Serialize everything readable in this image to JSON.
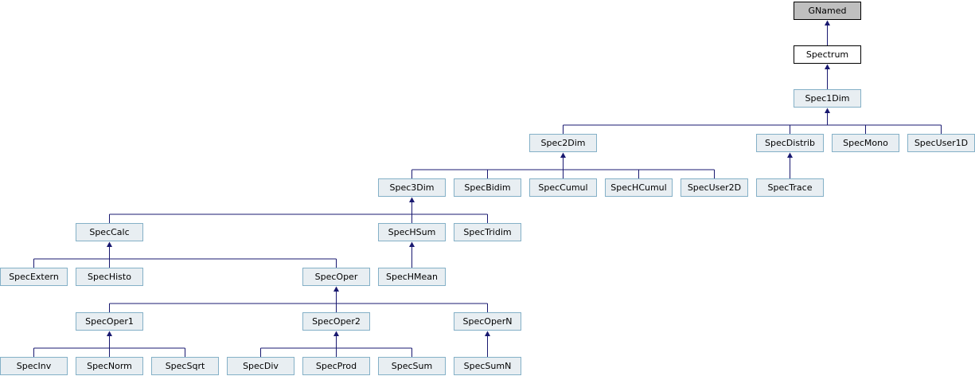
{
  "colors": {
    "edge": "#191970",
    "node_fill": "#e8eef2",
    "node_border": "#84b0c7",
    "current_fill": "#ffffff",
    "root_fill": "#bfbfbf"
  },
  "nodes": [
    {
      "id": "GNamed",
      "label": "GNamed",
      "kind": "root"
    },
    {
      "id": "Spectrum",
      "label": "Spectrum",
      "kind": "current"
    },
    {
      "id": "Spec1Dim",
      "label": "Spec1Dim",
      "kind": "class"
    },
    {
      "id": "Spec2Dim",
      "label": "Spec2Dim",
      "kind": "class"
    },
    {
      "id": "SpecDistrib",
      "label": "SpecDistrib",
      "kind": "class"
    },
    {
      "id": "SpecMono",
      "label": "SpecMono",
      "kind": "class"
    },
    {
      "id": "SpecUser1D",
      "label": "SpecUser1D",
      "kind": "class"
    },
    {
      "id": "Spec3Dim",
      "label": "Spec3Dim",
      "kind": "class"
    },
    {
      "id": "SpecBidim",
      "label": "SpecBidim",
      "kind": "class"
    },
    {
      "id": "SpecCumul",
      "label": "SpecCumul",
      "kind": "class"
    },
    {
      "id": "SpecHCumul",
      "label": "SpecHCumul",
      "kind": "class"
    },
    {
      "id": "SpecUser2D",
      "label": "SpecUser2D",
      "kind": "class"
    },
    {
      "id": "SpecTrace",
      "label": "SpecTrace",
      "kind": "class"
    },
    {
      "id": "SpecCalc",
      "label": "SpecCalc",
      "kind": "class"
    },
    {
      "id": "SpecHSum",
      "label": "SpecHSum",
      "kind": "class"
    },
    {
      "id": "SpecTridim",
      "label": "SpecTridim",
      "kind": "class"
    },
    {
      "id": "SpecExtern",
      "label": "SpecExtern",
      "kind": "class"
    },
    {
      "id": "SpecHisto",
      "label": "SpecHisto",
      "kind": "class"
    },
    {
      "id": "SpecOper",
      "label": "SpecOper",
      "kind": "class"
    },
    {
      "id": "SpecHMean",
      "label": "SpecHMean",
      "kind": "class"
    },
    {
      "id": "SpecOper1",
      "label": "SpecOper1",
      "kind": "class"
    },
    {
      "id": "SpecOper2",
      "label": "SpecOper2",
      "kind": "class"
    },
    {
      "id": "SpecOperN",
      "label": "SpecOperN",
      "kind": "class"
    },
    {
      "id": "SpecInv",
      "label": "SpecInv",
      "kind": "class"
    },
    {
      "id": "SpecNorm",
      "label": "SpecNorm",
      "kind": "class"
    },
    {
      "id": "SpecSqrt",
      "label": "SpecSqrt",
      "kind": "class"
    },
    {
      "id": "SpecDiv",
      "label": "SpecDiv",
      "kind": "class"
    },
    {
      "id": "SpecProd",
      "label": "SpecProd",
      "kind": "class"
    },
    {
      "id": "SpecSum",
      "label": "SpecSum",
      "kind": "class"
    },
    {
      "id": "SpecSumN",
      "label": "SpecSumN",
      "kind": "class"
    }
  ],
  "edges": [
    {
      "parent": "GNamed",
      "children": [
        "Spectrum"
      ]
    },
    {
      "parent": "Spectrum",
      "children": [
        "Spec1Dim"
      ]
    },
    {
      "parent": "Spec1Dim",
      "children": [
        "Spec2Dim",
        "SpecDistrib",
        "SpecMono",
        "SpecUser1D"
      ]
    },
    {
      "parent": "Spec2Dim",
      "children": [
        "Spec3Dim",
        "SpecBidim",
        "SpecCumul",
        "SpecHCumul",
        "SpecUser2D"
      ]
    },
    {
      "parent": "SpecDistrib",
      "children": [
        "SpecTrace"
      ]
    },
    {
      "parent": "Spec3Dim",
      "children": [
        "SpecCalc",
        "SpecHSum",
        "SpecTridim"
      ]
    },
    {
      "parent": "SpecCalc",
      "children": [
        "SpecExtern",
        "SpecHisto",
        "SpecOper"
      ]
    },
    {
      "parent": "SpecHSum",
      "children": [
        "SpecHMean"
      ]
    },
    {
      "parent": "SpecOper",
      "children": [
        "SpecOper1",
        "SpecOper2",
        "SpecOperN"
      ]
    },
    {
      "parent": "SpecOper1",
      "children": [
        "SpecInv",
        "SpecNorm",
        "SpecSqrt"
      ]
    },
    {
      "parent": "SpecOper2",
      "children": [
        "SpecDiv",
        "SpecProd",
        "SpecSum"
      ]
    },
    {
      "parent": "SpecOperN",
      "children": [
        "SpecSumN"
      ]
    }
  ]
}
